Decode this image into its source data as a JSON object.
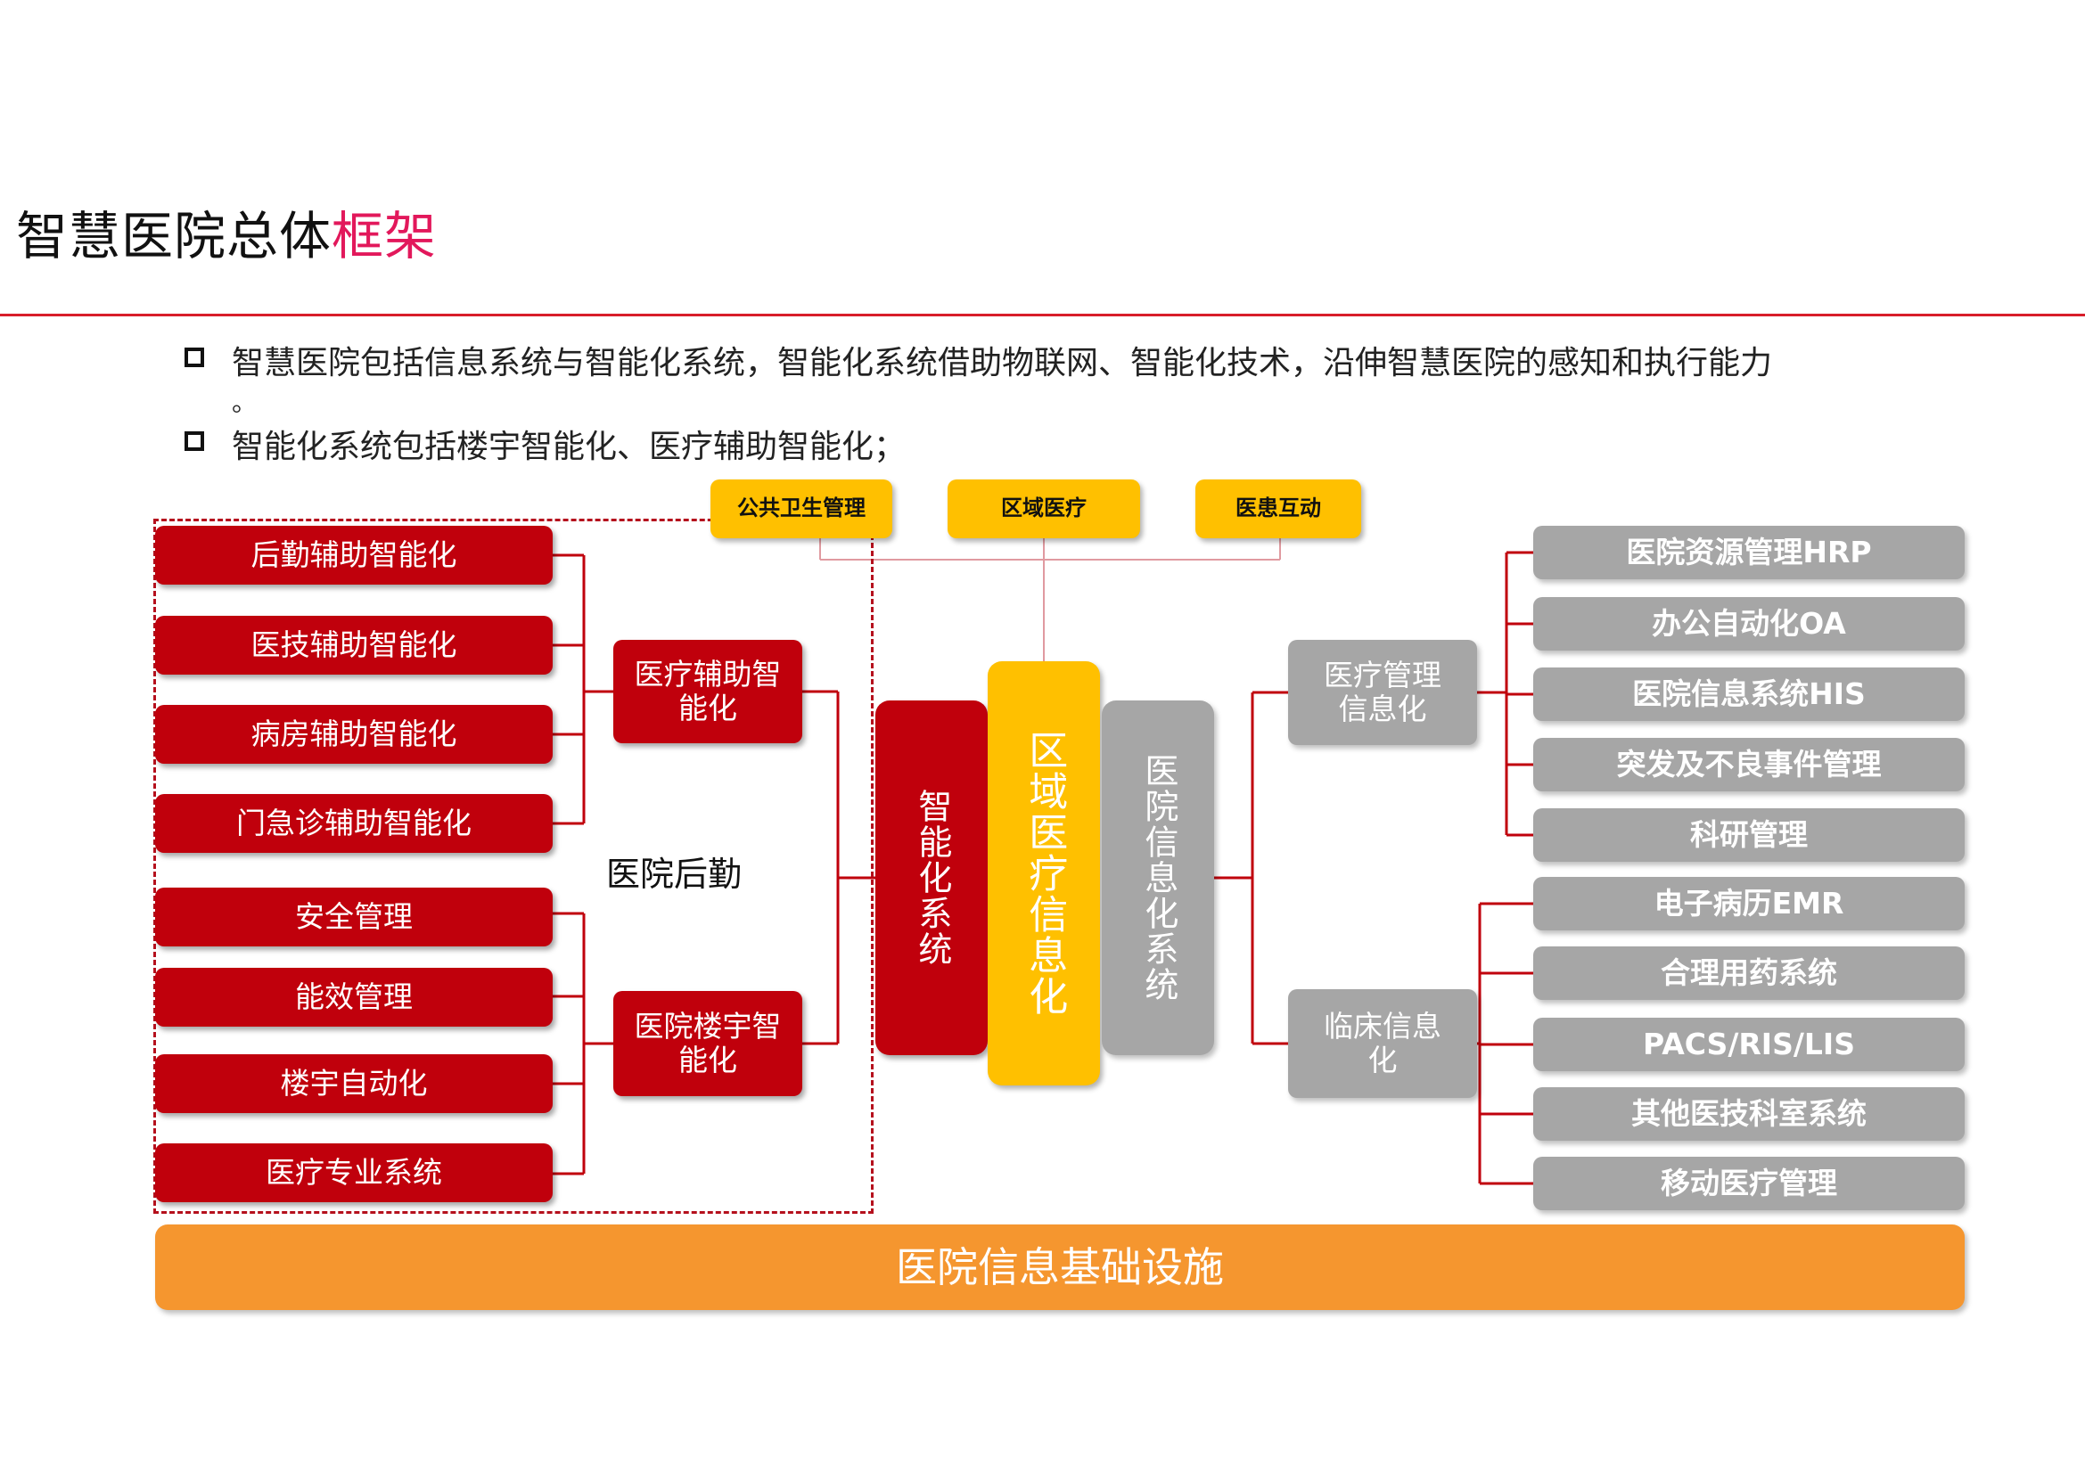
{
  "page": {
    "title_main": "智慧医院总体",
    "title_highlight": "框架",
    "highlight_color": "#e2185b",
    "bullets": [
      "智慧医院包括信息系统与智能化系统，智能化系统借助物联网、智能化技术，沿伸智慧医院的感知和执行能力",
      "。",
      "智能化系统包括楼宇智能化、医疗辅助智能化；"
    ]
  },
  "diagram": {
    "top_boxes": [
      "公共卫生管理",
      "区域医疗",
      "医患互动"
    ],
    "left_group_1": [
      "后勤辅助智能化",
      "医技辅助智能化",
      "病房辅助智能化",
      "门急诊辅助智能化"
    ],
    "left_group_2": [
      "安全管理",
      "能效管理",
      "楼宇自动化",
      "医疗专业系统"
    ],
    "mid_boxes": [
      "医疗辅助智能化",
      "医院楼宇智能化"
    ],
    "dashed_label": "医院后勤",
    "pillars": [
      "智能化系统",
      "区域医疗信息化",
      "医院信息化系统"
    ],
    "right_mid": [
      "医疗管理信息化",
      "临床信息化"
    ],
    "right_group_1": [
      "医院资源管理HRP",
      "办公自动化OA",
      "医院信息系统HIS",
      "突发及不良事件管理",
      "科研管理"
    ],
    "right_group_2": [
      "电子病历EMR",
      "合理用药系统",
      "PACS/RIS/LIS",
      "其他医技科室系统",
      "移动医疗管理"
    ],
    "base": "医院信息基础设施",
    "colors": {
      "red": "#c0000c",
      "gray": "#a6a6a6",
      "yellow": "#ffc000",
      "orange": "#f5962f",
      "line_red": "#c0000c",
      "line_gray": "#e6a0a6"
    }
  }
}
